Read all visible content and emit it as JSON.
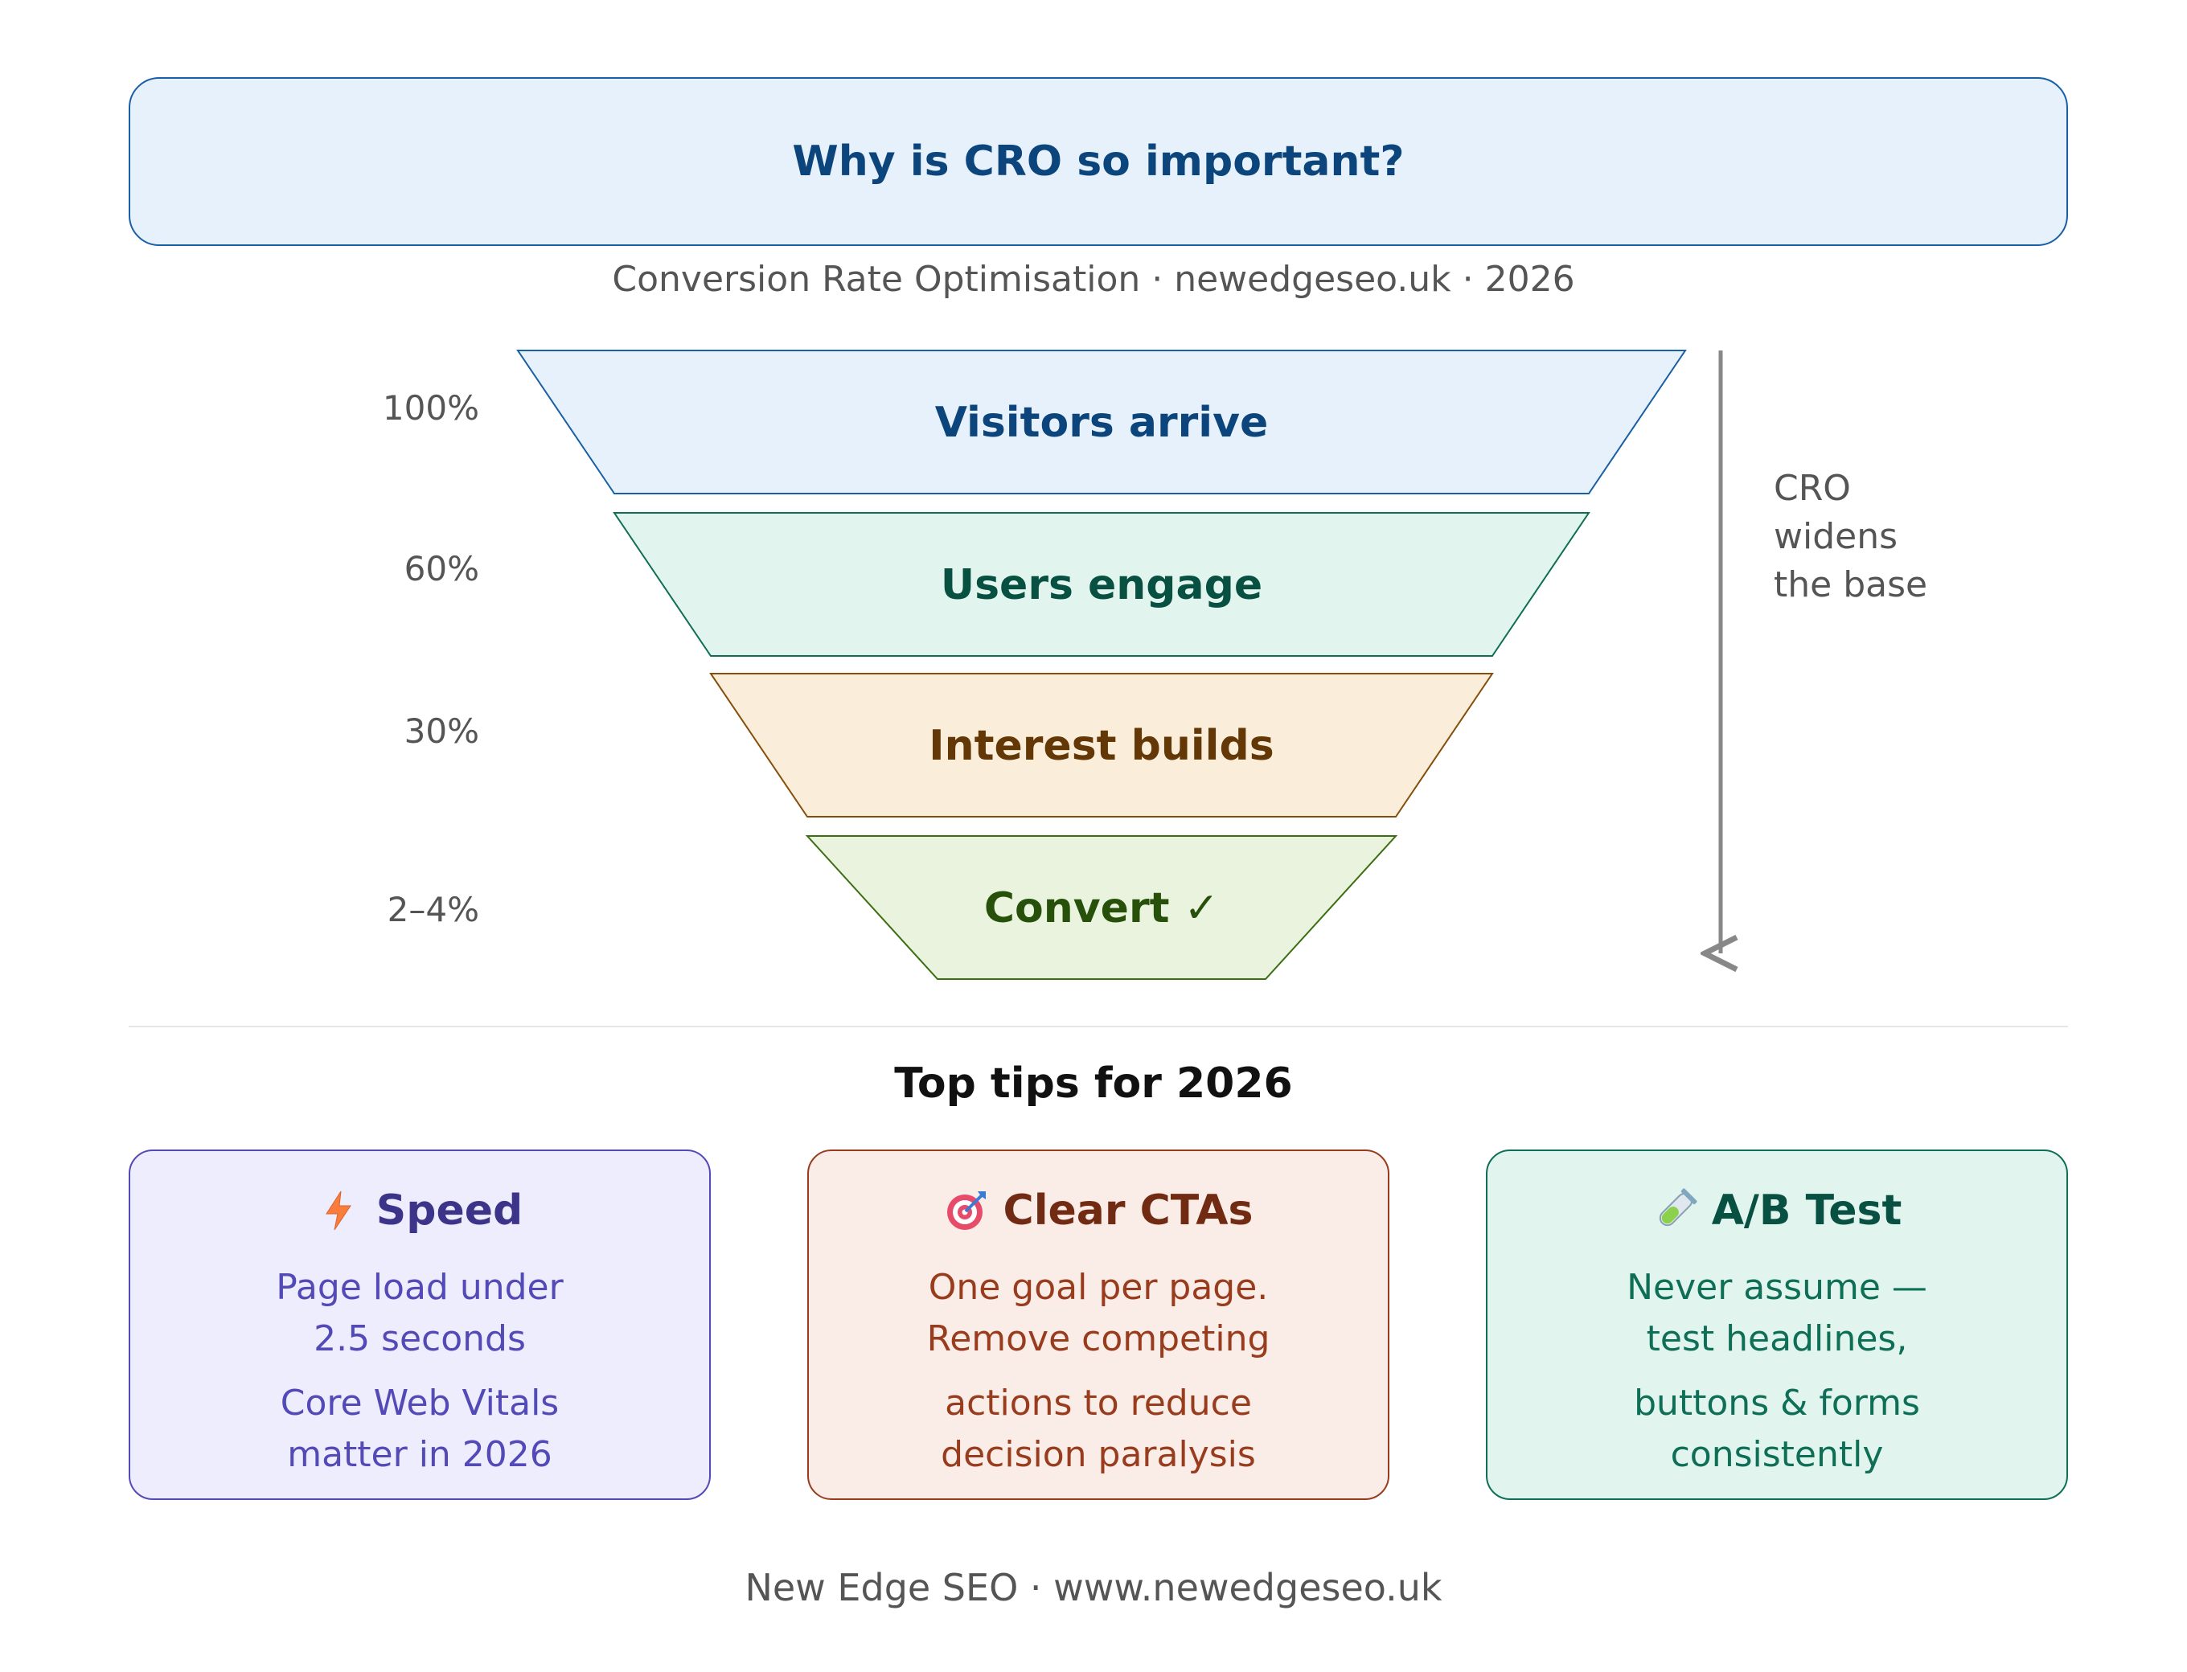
{
  "header": {
    "title": "Why is CRO so important?",
    "subtitle": "Conversion Rate Optimisation · newedgeseo.uk · 2026"
  },
  "funnel": {
    "stages": [
      {
        "label": "Visitors arrive",
        "percent": "100%",
        "fill": "#e6f1fb",
        "stroke": "#185fa5",
        "text_color": "#0c447c"
      },
      {
        "label": "Users engage",
        "percent": "60%",
        "fill": "#e1f5ee",
        "stroke": "#0f6e56",
        "text_color": "#085041"
      },
      {
        "label": "Interest builds",
        "percent": "30%",
        "fill": "#faeeda",
        "stroke": "#854f0b",
        "text_color": "#633806"
      },
      {
        "label": "Convert ✓",
        "percent": "2–4%",
        "fill": "#eaf3de",
        "stroke": "#3b6d11",
        "text_color": "#27500a"
      }
    ],
    "side_note": [
      "CRO",
      "widens",
      "the base"
    ]
  },
  "tips": {
    "heading": "Top tips for 2026",
    "cards": [
      {
        "title": "Speed",
        "icon": "lightning-icon",
        "lines": [
          "Page load under",
          "2.5 seconds",
          "Core Web Vitals",
          "matter in 2026"
        ]
      },
      {
        "title": "Clear CTAs",
        "icon": "target-icon",
        "lines": [
          "One goal per page.",
          "Remove competing",
          "actions to reduce",
          "decision paralysis"
        ]
      },
      {
        "title": "A/B Test",
        "icon": "test-tube-icon",
        "lines": [
          "Never assume —",
          "test headlines,",
          "buttons & forms",
          "consistently"
        ]
      }
    ]
  },
  "footer": "New Edge SEO · www.newedgeseo.uk"
}
